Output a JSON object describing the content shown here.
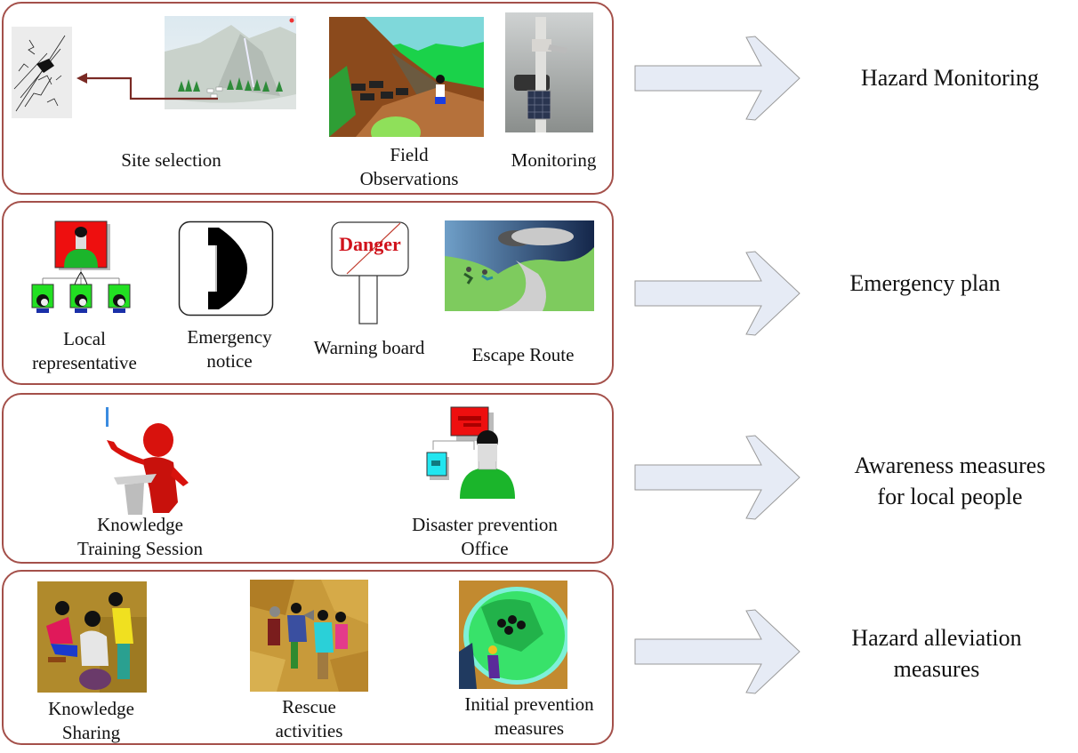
{
  "colors": {
    "panel_border": "#a4504a",
    "arrow_fill": "#e6ebf5",
    "arrow_stroke": "#9a9a9a",
    "site_arrow": "#7a2a24",
    "danger_text": "#d0121b"
  },
  "rows": [
    {
      "stage": "Hazard Monitoring",
      "items": [
        {
          "label": "Site selection",
          "icon": "landslide-site-illustration"
        },
        {
          "label_line1": "Field",
          "label_line2": "Observations",
          "icon": "field-observation-illustration"
        },
        {
          "label": "Monitoring",
          "icon": "monitoring-station-photo"
        }
      ]
    },
    {
      "stage": "Emergency plan",
      "items": [
        {
          "label_line1": "Local",
          "label_line2": "representative",
          "icon": "org-chart-icon"
        },
        {
          "label_line1": "Emergency",
          "label_line2": "notice",
          "icon": "telephone-icon"
        },
        {
          "label": "Warning board",
          "icon": "danger-sign-icon",
          "sign_text": "Danger"
        },
        {
          "label": "Escape Route",
          "icon": "escape-route-illustration"
        }
      ]
    },
    {
      "stage_line1": "Awareness measures",
      "stage_line2": "for local people",
      "items": [
        {
          "label_line1": "Knowledge",
          "label_line2": "Training Session",
          "icon": "presenter-icon"
        },
        {
          "label_line1": "Disaster prevention",
          "label_line2": "Office",
          "icon": "office-org-icon"
        }
      ]
    },
    {
      "stage_line1": "Hazard alleviation",
      "stage_line2": "measures",
      "items": [
        {
          "label_line1": "Knowledge",
          "label_line2": "Sharing",
          "icon": "knowledge-sharing-illustration"
        },
        {
          "label_line1": "Rescue",
          "label_line2": "activities",
          "icon": "rescue-illustration"
        },
        {
          "label_line1": "Initial prevention",
          "label_line2": "measures",
          "icon": "prevention-illustration"
        }
      ]
    }
  ]
}
